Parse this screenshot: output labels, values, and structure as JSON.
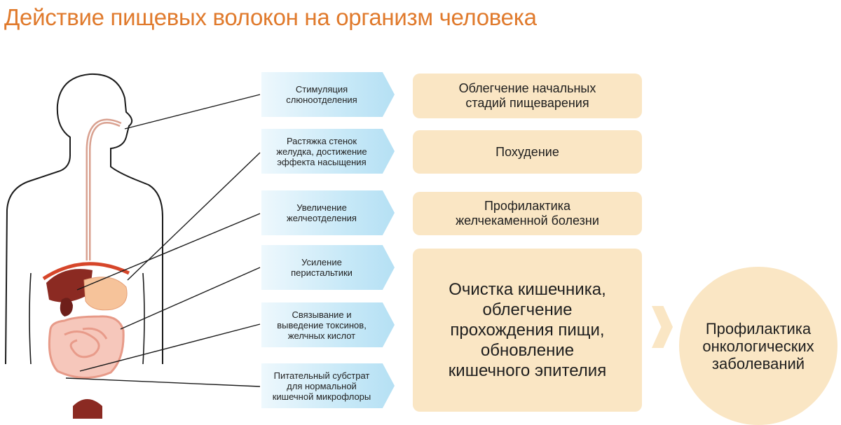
{
  "title": "Действие пищевых волокон на организм человека",
  "actions": [
    "Стимуляция\nслюноотделения",
    "Растяжка стенок\nжелудка, достижение\nэффекта насыщения",
    "Увеличение\nжелчеотделения",
    "Усиление\nперистальтики",
    "Связывание и\nвыведение токсинов,\nжелчных кислот",
    "Питательный субстрат\nдля нормальной\nкишечной микрофлоры"
  ],
  "effects": [
    "Облегчение начальных\nстадий пищеварения",
    "Похудение",
    "Профилактика\nжелчекаменной болезни",
    "Очистка кишечника,\nоблегчение\nпрохождения пищи,\nобновление\nкишечного эпителия"
  ],
  "outcome": "Профилактика\nонкологических\nзаболеваний",
  "colors": {
    "title": "#e07a2c",
    "action_box": "#c6e8f7",
    "effect_box": "#fae6c4",
    "liver": "#8b2a22",
    "intestine": "#f3b7a8"
  }
}
